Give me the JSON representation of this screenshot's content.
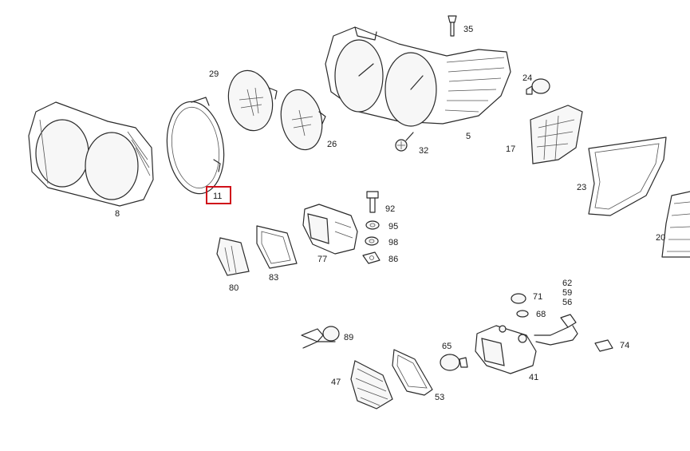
{
  "highlight_color": "#d0101a",
  "callouts": {
    "p35": "35",
    "p29": "29",
    "p24": "24",
    "p26": "26",
    "p32": "32",
    "p5": "5",
    "p17": "17",
    "p23": "23",
    "p8": "8",
    "p11": "11",
    "p92": "92",
    "p95": "95",
    "p98": "98",
    "p86": "86",
    "p77": "77",
    "p20": "20",
    "p80": "80",
    "p83": "83",
    "p71": "71",
    "p62": "62",
    "p59": "59",
    "p56": "56",
    "p68": "68",
    "p89": "89",
    "p65": "65",
    "p74": "74",
    "p47": "47",
    "p53": "53",
    "p41": "41"
  },
  "selected_part": "11"
}
